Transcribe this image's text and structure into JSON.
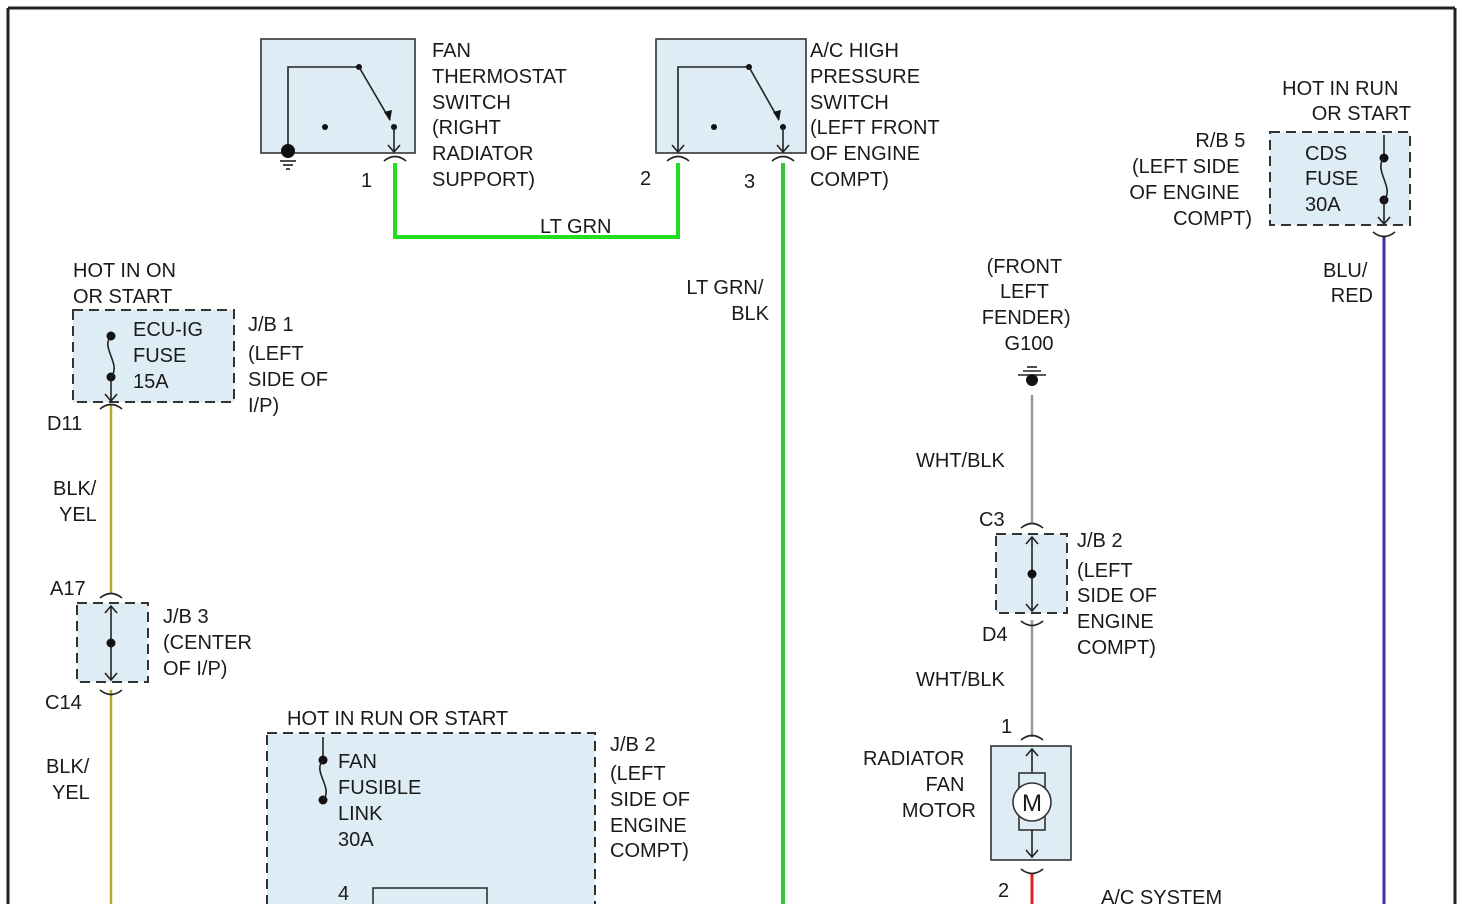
{
  "colors": {
    "lt_grn": "#22dd22",
    "lt_grn_blk": "#35c535",
    "blk_yel": "#b9a92a",
    "wht_blk": "#9a9a9a",
    "blu_red": "#4a2aa8",
    "box_fill": "#deedf5",
    "red": "#e02020"
  },
  "fan_thermostat": {
    "label": [
      "FAN",
      "THERMOSTAT",
      "SWITCH",
      "(RIGHT",
      "RADIATOR",
      "SUPPORT)"
    ],
    "pin": "1"
  },
  "ac_high_pressure": {
    "label": [
      "A/C HIGH",
      "PRESSURE",
      "SWITCH",
      "(LEFT FRONT",
      "OF ENGINE",
      "COMPT)"
    ],
    "pin_a": "2",
    "pin_b": "3"
  },
  "wires": {
    "lt_grn": "LT GRN",
    "lt_grn_blk": [
      "LT GRN/",
      "BLK"
    ],
    "blk_yel_1": [
      "BLK/",
      "YEL"
    ],
    "blk_yel_2": [
      "BLK/",
      "YEL"
    ],
    "wht_blk_1": "WHT/BLK",
    "wht_blk_2": "WHT/BLK",
    "blu_red": [
      "BLU/",
      "RED"
    ]
  },
  "ecu_ig": {
    "hot": [
      "HOT IN ON",
      "OR START"
    ],
    "fuse": [
      "ECU-IG",
      "FUSE",
      "15A"
    ],
    "location": [
      "J/B 1",
      "(LEFT",
      "SIDE OF",
      "I/P)"
    ],
    "connector": "D11"
  },
  "jb3": {
    "top_connector": "A17",
    "location": [
      "J/B 3",
      "(CENTER",
      "OF I/P)"
    ],
    "bottom_connector": "C14"
  },
  "fusible_link": {
    "hot": "HOT IN RUN OR START",
    "fuse": [
      "FAN",
      "FUSIBLE",
      "LINK",
      "30A"
    ],
    "location": [
      "J/B 2",
      "(LEFT",
      "SIDE OF",
      "ENGINE",
      "COMPT)"
    ],
    "pin": "4"
  },
  "ground": {
    "label": [
      "(FRONT",
      "LEFT",
      "FENDER)",
      "G100"
    ]
  },
  "jb2_splice": {
    "top_connector": "C3",
    "location": [
      "J/B 2",
      "(LEFT",
      "SIDE OF",
      "ENGINE",
      "COMPT)"
    ],
    "bottom_connector": "D4"
  },
  "fan_motor": {
    "label": [
      "RADIATOR",
      "FAN",
      "MOTOR"
    ],
    "symbol": "M",
    "pin_top": "1",
    "pin_bottom": "2"
  },
  "cds_fuse": {
    "hot": [
      "HOT IN RUN",
      "OR START"
    ],
    "fuse": [
      "CDS",
      "FUSE",
      "30A"
    ],
    "location": [
      "R/B 5",
      "(LEFT SIDE",
      "OF ENGINE",
      "COMPT)"
    ]
  },
  "ac_system": "A/C SYSTEM"
}
